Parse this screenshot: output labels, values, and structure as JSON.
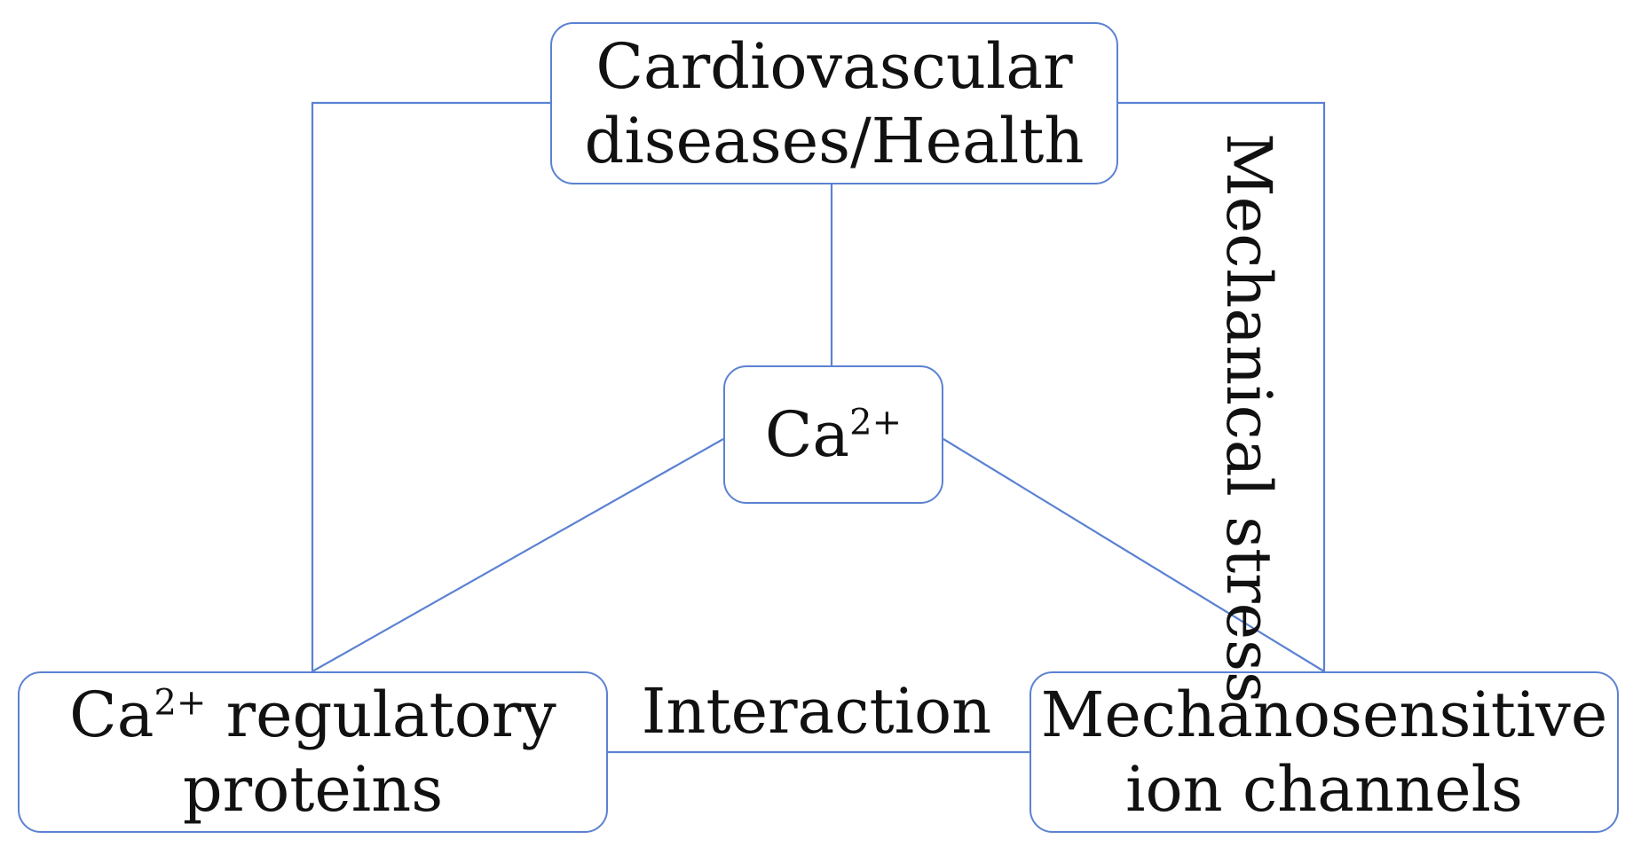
{
  "nodes": {
    "top": {
      "line1": "Cardiovascular",
      "line2": "diseases/Health"
    },
    "center": {
      "base": "Ca",
      "superscript": "2+"
    },
    "left": {
      "base": "Ca",
      "superscript": "2+",
      "rest_line1": " regulatory",
      "line2": "proteins"
    },
    "right": {
      "line1": "Mechanosensitive",
      "line2": "ion channels"
    }
  },
  "edges": {
    "interaction_label": "Interaction",
    "mechanical_stress_label": "Mechanical stress"
  },
  "colors": {
    "line": "#5b82d2",
    "text": "#111111",
    "background": "#ffffff"
  }
}
